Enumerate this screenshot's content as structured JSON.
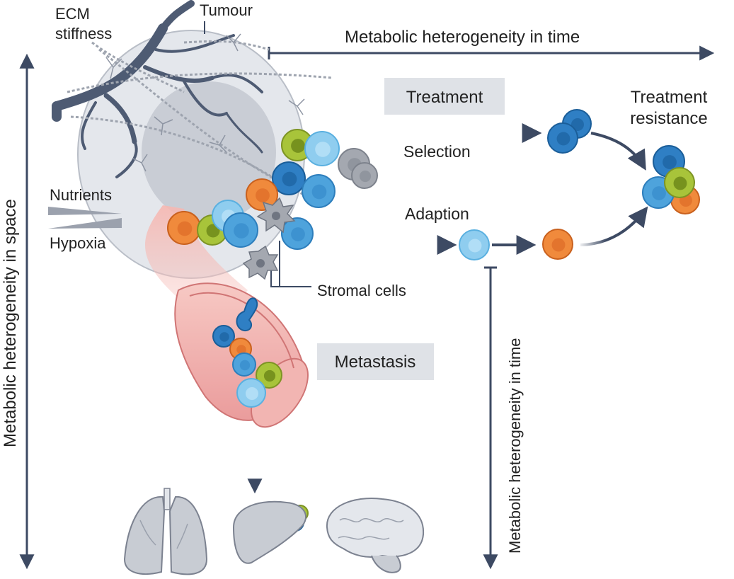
{
  "labels": {
    "ecm_line1": "ECM",
    "ecm_line2": "stiffness",
    "tumour": "Tumour",
    "time_top": "Metabolic heterogeneity in time",
    "time_vertical": "Metabolic heterogeneity in time",
    "space_vertical": "Metabolic heterogeneity in space",
    "treatment": "Treatment",
    "resistance_line1": "Treatment",
    "resistance_line2": "resistance",
    "selection": "Selection",
    "adaption": "Adaption",
    "nutrients": "Nutrients",
    "hypoxia": "Hypoxia",
    "stromal": "Stromal cells",
    "metastasis": "Metastasis"
  },
  "colors": {
    "arrow": "#3d4a63",
    "label_box": "#dfe2e7",
    "tumour_fill": "#e4e7ec",
    "tumour_core": "#c9cdd5",
    "vessel": "#eea3a3",
    "cell_dark_blue": "#2f7fc4",
    "cell_light_blue": "#8fcdef",
    "cell_mid_blue": "#4ea3dc",
    "cell_green": "#a8c43a",
    "cell_orange": "#f08a3c",
    "cell_grey": "#a4a8b0",
    "organ": "#c8ccd3"
  }
}
